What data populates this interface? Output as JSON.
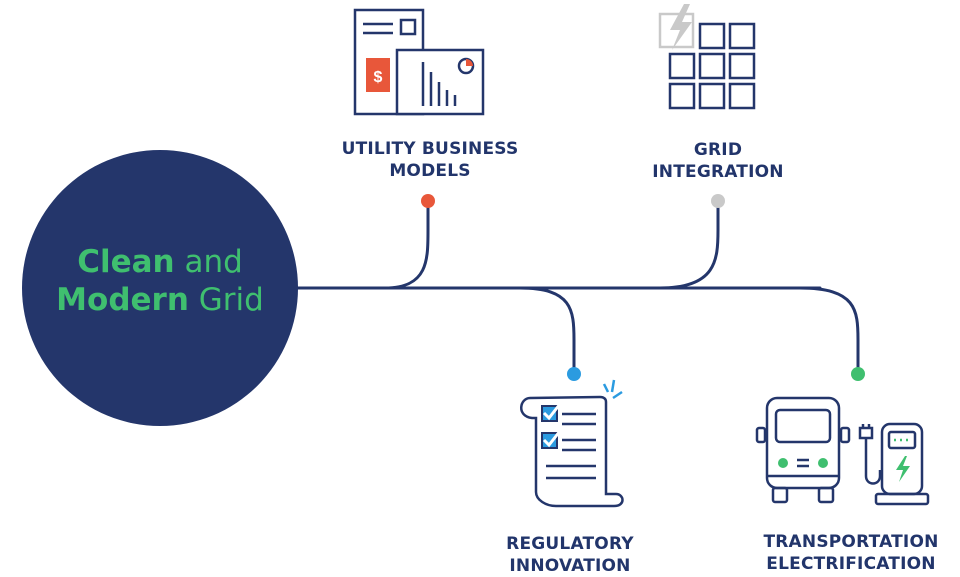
{
  "center": {
    "line1_bold": "Clean",
    "line1_rest": "and",
    "line2_bold": "Modern",
    "line2_rest": "Grid",
    "circle_color": "#24366b",
    "text_color": "#3fbf6f"
  },
  "nodes": [
    {
      "id": "utility",
      "label_line1": "UTILITY BUSINESS",
      "label_line2": "MODELS",
      "dot_color": "#e8573a",
      "icon": "business-report-icon"
    },
    {
      "id": "grid",
      "label_line1": "GRID",
      "label_line2": "INTEGRATION",
      "dot_color": "#c9c9c9",
      "icon": "solar-panel-grid-icon"
    },
    {
      "id": "regulatory",
      "label_line1": "REGULATORY",
      "label_line2": "INNOVATION",
      "dot_color": "#2b9be0",
      "icon": "checklist-document-icon"
    },
    {
      "id": "transport",
      "label_line1": "TRANSPORTATION",
      "label_line2": "ELECTRIFICATION",
      "dot_color": "#3fbf6f",
      "icon": "electric-bus-charger-icon"
    }
  ],
  "colors": {
    "line": "#24366b",
    "label": "#22356b",
    "accent_red": "#e8573a",
    "accent_gray": "#c9c9c9",
    "accent_blue": "#2b9be0",
    "accent_green": "#3fbf6f"
  },
  "icons": {
    "dollar_symbol": "$",
    "equals_symbol": "="
  }
}
